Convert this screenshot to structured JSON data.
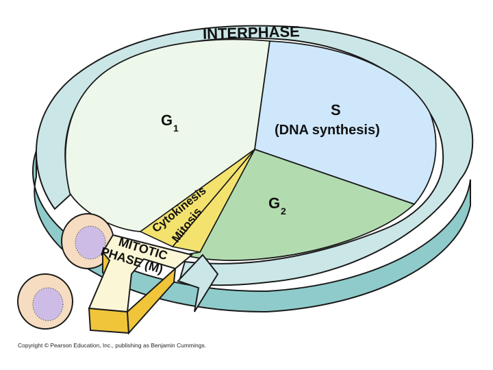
{
  "diagram": {
    "title": "INTERPHASE",
    "phases": [
      {
        "id": "g1",
        "label": "G",
        "subscript": "1",
        "color": "#eef8ea"
      },
      {
        "id": "s",
        "label": "S",
        "detail": "(DNA synthesis)",
        "color": "#cfe7fa"
      },
      {
        "id": "g2",
        "label": "G",
        "subscript": "2",
        "color": "#b2dcb0"
      }
    ],
    "mitotic_wedge": {
      "cytokinesis": "Cytokinesis",
      "mitosis": "Mitosis",
      "color": "#f3e36e"
    },
    "mitotic_arrow": {
      "line1": "MITOTIC",
      "line2": "PHASE (M)",
      "face_color": "#fbf7d6",
      "side_color": "#f0c53a"
    },
    "ring_colors": {
      "top": "#cbe6e6",
      "side": "#8fcbcb",
      "outline": "#1a1a1a"
    },
    "cell_colors": {
      "cytoplasm": "#f6dcc0",
      "nucleus": "#cdbde6"
    }
  },
  "footer": {
    "copyright": "Copyright © Pearson Education, Inc., publishing as Benjamin Cummings."
  }
}
